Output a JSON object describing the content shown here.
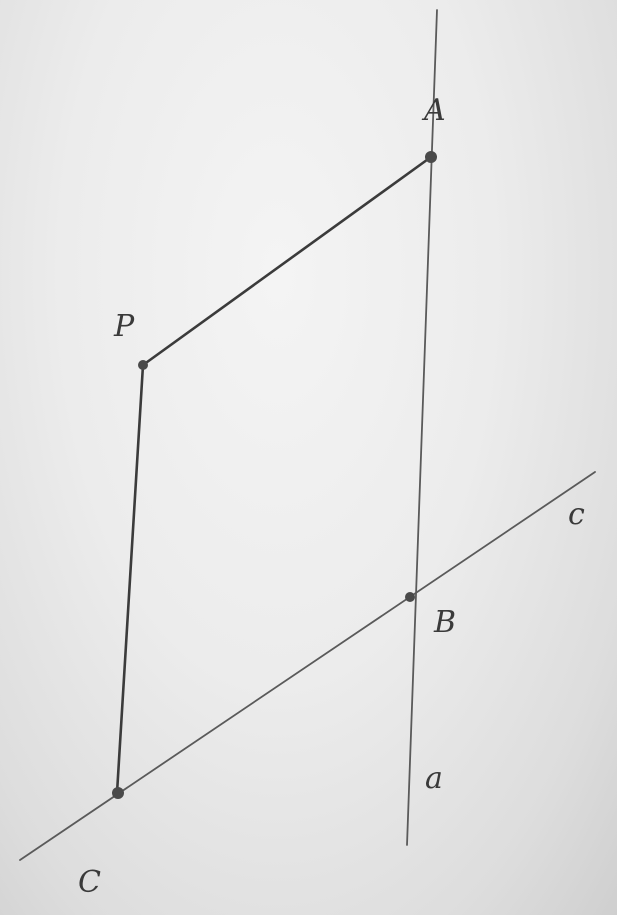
{
  "figure": {
    "points": [
      {
        "id": "A",
        "label": "A"
      },
      {
        "id": "P",
        "label": "P"
      },
      {
        "id": "B",
        "label": "B"
      },
      {
        "id": "C",
        "label": "C"
      }
    ],
    "lines": [
      {
        "id": "a",
        "label": "a"
      },
      {
        "id": "c",
        "label": "c"
      }
    ]
  }
}
